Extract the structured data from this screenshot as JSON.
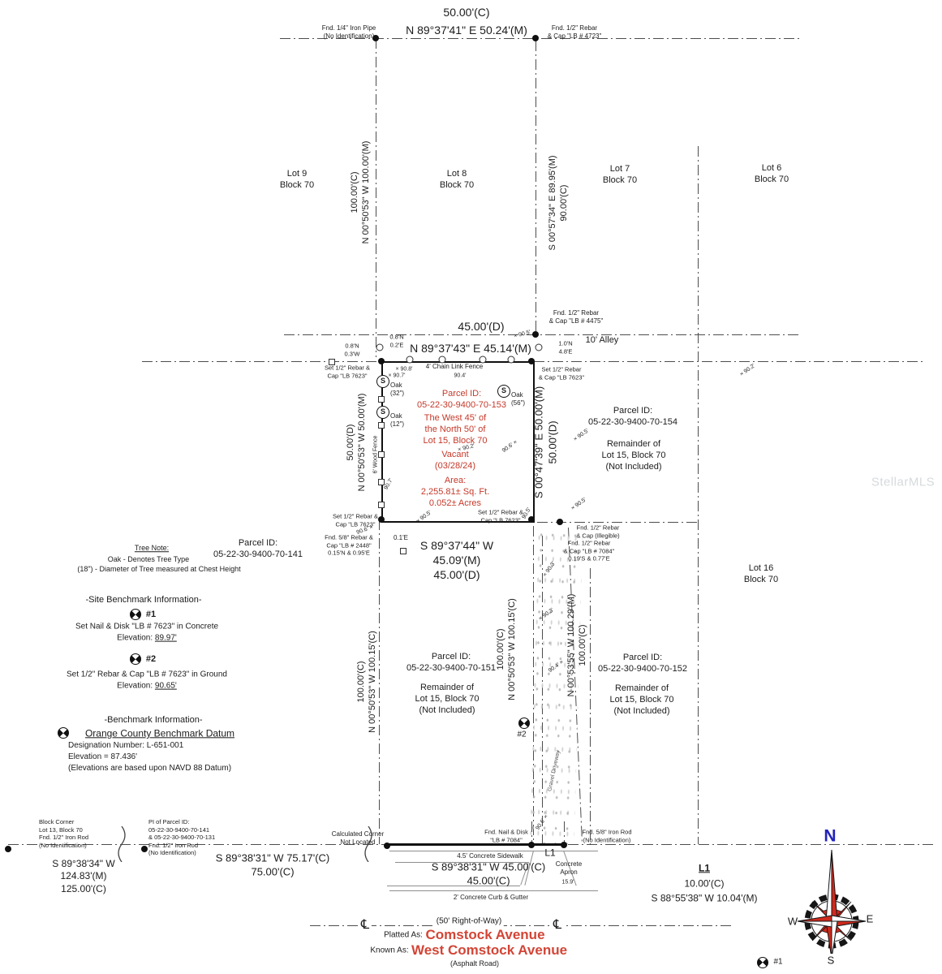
{
  "colors": {
    "red": "#c5392a",
    "street_red": "#d24536",
    "blue": "#2222bb",
    "wm": "#d6dadd"
  },
  "watermark": "StellarMLS",
  "north_line": {
    "dim_c": "50.00'(C)",
    "dim_m": "N 89°37'41\" E  50.24'(M)",
    "fnd_left": "Fnd. 1/4\" Iron Pipe\n(No Identification)",
    "fnd_right": "Fnd. 1/2\" Rebar\n& Cap \"LB # 4723\""
  },
  "lots": {
    "lot9": "Lot 9\nBlock 70",
    "lot8": "Lot 8\nBlock 70",
    "lot7": "Lot 7\nBlock 70",
    "lot6": "Lot 6\nBlock 70",
    "lot16": "Lot 16\nBlock 70"
  },
  "dims": {
    "west_upper": "100.00'(C)\nN 00°50'53\" W  100.00'(M)",
    "east_upper": "S 00°57'34\" E  89.95'(M)\n90.00'(C)",
    "parcel_west": "50.00'(D)\nN 00°50'53\" W  50.00'(M)",
    "parcel_east": "S 00°47'39\" E  50.00'(M)\n50.00'(D)",
    "parcel_south": "S 89°37'44\" W\n45.09'(M)\n45.00'(D)",
    "west_lower": "100.00'(C)\nN 00°50'53\" W  100.15'(C)",
    "mid_lower": "100.00'(C)\nN 00°50'53\" W  100.15'(C)",
    "drive_east": "N 00°53'55\" W  100.29'(M)\n100.00'(C)"
  },
  "alley": {
    "name": "10' Alley",
    "dim_d": "45.00'(D)",
    "dim_m": "N 89°37'43\" E  45.14'(M)",
    "fnd": "Fnd. 1/2\" Rebar\n& Cap \"LB # 4475\"",
    "off_nw": "0.8'N\n0.3'W",
    "off_ne": "0.8'N\n0.2'E",
    "off_e": "1.0'N\n4.8'E"
  },
  "parcel": {
    "id": "Parcel ID:\n05-22-30-9400-70-153",
    "legal": "The West 45' of\nthe North 50' of\nLot 15, Block 70",
    "status": "Vacant\n(03/28/24)",
    "area": "Area:\n2,255.81± Sq. Ft.\n0.052± Acres",
    "chain_fence": "4' Chain Link Fence",
    "wood_fence": "6' Wood Fence"
  },
  "trees": {
    "sym": "S",
    "oak32": "Oak\n(32\")",
    "oak12": "Oak\n(12\")",
    "oak56": "Oak\n(56\")"
  },
  "monuments": {
    "set_nw": "Set 1/2\" Rebar &\nCap \"LB 7623\"",
    "set_ne": "Set 1/2\" Rebar\n& Cap \"LB 7623\"",
    "set_sw": "Set 1/2\" Rebar &\nCap \"LB 7623\"",
    "set_se": "Set 1/2\" Rebar &\nCap \"LB 7623\"",
    "fnd_2448": "Fnd. 5/8\" Rebar &\nCap \"LB # 2448\"\n0.15'N & 0.95'E",
    "off_01e": "0.1'E",
    "fnd_illegible": "Fnd. 1/2\" Rebar\n& Cap (Illegible)",
    "fnd_7084": "Fnd. 1/2\" Rebar\n& Cap \"LB # 7084\"\n0.19'S & 0.77'E"
  },
  "parcels": {
    "p141": "Parcel ID:\n05-22-30-9400-70-141",
    "p154_id": "Parcel ID:\n05-22-30-9400-70-154",
    "p154_rem": "Remainder of\nLot 15, Block 70\n(Not Included)",
    "p151_id": "Parcel ID:\n05-22-30-9400-70-151",
    "p151_rem": "Remainder of\nLot 15, Block 70\n(Not Included)",
    "p152_id": "Parcel ID:\n05-22-30-9400-70-152",
    "p152_rem": "Remainder of\nLot 15, Block 70\n(Not Included)"
  },
  "driveway_label": "Gravel Driveway",
  "notes": {
    "tree_title": "Tree Note:",
    "tree_l1": "Oak    -    Denotes Tree Type",
    "tree_l2": "(18\")   -   Diameter of Tree measured at Chest Height",
    "site_bm_title": "-Site Benchmark Information-",
    "bm1_tag": "#1",
    "bm1_desc": "Set Nail & Disk \"LB # 7623\" in Concrete",
    "elev_label": "Elevation: ",
    "bm1_elev": "89.97'",
    "bm2_tag": "#2",
    "bm2_desc": "Set 1/2\" Rebar & Cap \"LB # 7623\" in Ground",
    "bm2_elev": "90.65'",
    "bm_title": "-Benchmark Information-",
    "bm_datum": "Orange County Benchmark Datum",
    "bm_designation": "Designation Number: L-651-001",
    "bm_elevation": "Elevation = 87.436'",
    "bm_navd": "(Elevations are based upon NAVD 88 Datum)"
  },
  "south_line": {
    "block_corner": "Block Corner\nLot 13, Block 70\nFnd. 1/2\" Iron Rod\n(No Identification)",
    "seg1": "S 89°38'34\" W\n124.83'(M)\n125.00'(C)",
    "pi_note": "PI of Parcel ID:\n05-22-30-9400-70-141\n& 05-22-30-9400-70-131\nFnd. 1/2\" Iron Rod\n(No Identification)",
    "seg2": "S 89°38'31\" W  75.17'(C)\n75.00'(C)",
    "calc_corner": "Calculated Corner\nNot Located",
    "nail": "Fnd. Nail & Disk\n\"LB # 7084\"",
    "sidewalk": "4.5' Concrete Sidewalk",
    "seg3": "S 89°38'31\" W 45.00'(C)\n45.00'(C)",
    "curb": "2' Concrete Curb & Gutter",
    "l1_tag": "L1",
    "apron": "Concrete\nApron",
    "apron_dim": "15.9'",
    "fnd58": "Fnd. 5/8\" Iron Rod\n(No Identification)",
    "bm1_corner_tag": "#1"
  },
  "legend_l1": {
    "title": "L1",
    "calc": "10.00'(C)",
    "meas": "S 88°55'38\" W  10.04'(M)"
  },
  "street": {
    "row": "(50' Right-of-Way)",
    "cl": "℄",
    "platted_label": "Platted As:",
    "platted": "Comstock Avenue",
    "known_label": "Known As:",
    "known": "West Comstock Avenue",
    "surface": "(Asphalt Road)"
  },
  "compass": {
    "n": "N",
    "e": "E",
    "s": "S",
    "w": "W"
  },
  "site_marks": {
    "bm2_tag": "#2"
  },
  "spots": [
    {
      "t": "× 90.5'"
    },
    {
      "t": "× 90.2'"
    },
    {
      "t": "× 90.8'"
    },
    {
      "t": "× 90.7'"
    },
    {
      "t": "90.4'"
    },
    {
      "t": "90.6' ×"
    },
    {
      "t": "× 90.5'"
    },
    {
      "t": "× 90.5'"
    },
    {
      "t": "× 90.2'"
    },
    {
      "t": "90.7'"
    },
    {
      "t": "× 90.5'"
    },
    {
      "t": "90.5'"
    },
    {
      "t": "90.6' ×"
    },
    {
      "t": "× 90.3'"
    },
    {
      "t": "× 90.3'"
    },
    {
      "t": "90.4' ×"
    },
    {
      "t": "90.6' ×"
    }
  ]
}
